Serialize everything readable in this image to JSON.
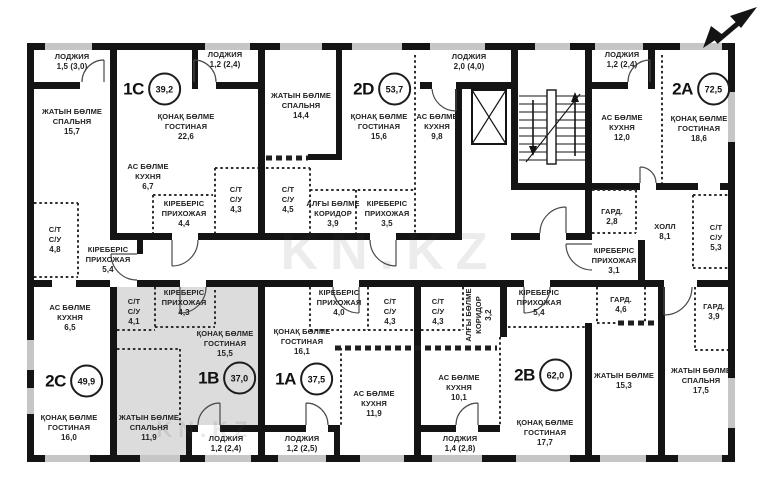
{
  "plan": {
    "watermark": "KN.KZ",
    "colors": {
      "wall": "#141414",
      "window": "#c6c6c6",
      "highlight": "#dcdcdc",
      "label": "#232323"
    }
  },
  "units": {
    "u1c": {
      "code": "1C",
      "area": "39,2"
    },
    "u2d": {
      "code": "2D",
      "area": "53,7"
    },
    "u2a": {
      "code": "2A",
      "area": "72,5"
    },
    "u2c": {
      "code": "2C",
      "area": "49,9"
    },
    "u1b": {
      "code": "1B",
      "area": "37,0"
    },
    "u1a": {
      "code": "1A",
      "area": "37,5"
    },
    "u2b": {
      "code": "2B",
      "area": "62,0"
    }
  },
  "rooms": {
    "lg2c": {
      "l1": "ЛОДЖИЯ",
      "a": "1,5 (3,0)"
    },
    "bed2c": {
      "l1": "ЖАТЫН БӨЛМЕ",
      "l2": "СПАЛЬНЯ",
      "a": "15,7"
    },
    "liv1c": {
      "l1": "ҚОНАҚ БӨЛМЕ",
      "l2": "ГОСТИНАЯ",
      "a": "22,6"
    },
    "lg1c": {
      "l1": "ЛОДЖИЯ",
      "a": "1,2 (2,4)"
    },
    "kit1c": {
      "l1": "АС БӨЛМЕ",
      "l2": "КУХНЯ",
      "a": "6,7"
    },
    "pri1c": {
      "l1": "КІРЕБЕРІС",
      "l2": "ПРИХОЖАЯ",
      "a": "4,4"
    },
    "su1c": {
      "l1": "С/Т",
      "l2": "С/У",
      "a": "4,3"
    },
    "su2c": {
      "l1": "С/Т",
      "l2": "С/У",
      "a": "4,8"
    },
    "pri2c": {
      "l1": "КІРЕБЕРІС",
      "l2": "ПРИХОЖАЯ",
      "a": "5,4"
    },
    "bed2d": {
      "l1": "ЖАТЫН БӨЛМЕ",
      "l2": "СПАЛЬНЯ",
      "a": "14,4"
    },
    "liv2d": {
      "l1": "ҚОНАҚ БӨЛМЕ",
      "l2": "ГОСТИНАЯ",
      "a": "15,6"
    },
    "kit2d": {
      "l1": "АС БӨЛМЕ",
      "l2": "КУХНЯ",
      "a": "9,8"
    },
    "lg2d": {
      "l1": "ЛОДЖИЯ",
      "a": "2,0 (4,0)"
    },
    "su2d": {
      "l1": "С/Т",
      "l2": "С/У",
      "a": "4,5"
    },
    "cor2d": {
      "l1": "АЛҒЫ БӨЛМЕ",
      "l2": "КОРИДОР",
      "a": "3,9"
    },
    "pri2d": {
      "l1": "КІРЕБЕРІС",
      "l2": "ПРИХОЖАЯ",
      "a": "3,5"
    },
    "lg2a": {
      "l1": "ЛОДЖИЯ",
      "a": "1,2 (2,4)"
    },
    "kit2a": {
      "l1": "АС БӨЛМЕ",
      "l2": "КУХНЯ",
      "a": "12,0"
    },
    "liv2a": {
      "l1": "ҚОНАҚ БӨЛМЕ",
      "l2": "ГОСТИНАЯ",
      "a": "18,6"
    },
    "gard2a_top": {
      "l1": "ГАРД.",
      "a": "2,8"
    },
    "hall2a": {
      "l1": "ХОЛЛ",
      "a": "8,1"
    },
    "su2a": {
      "l1": "С/Т",
      "l2": "С/У",
      "a": "5,3"
    },
    "pri2a": {
      "l1": "КІРЕБЕРІС",
      "l2": "ПРИХОЖАЯ",
      "a": "3,1"
    },
    "gard2a_bottom": {
      "l1": "ГАРД.",
      "a": "3,9"
    },
    "kit2c": {
      "l1": "АС БӨЛМЕ",
      "l2": "КУХНЯ",
      "a": "6,5"
    },
    "liv2c": {
      "l1": "ҚОНАҚ БӨЛМЕ",
      "l2": "ГОСТИНАЯ",
      "a": "16,0"
    },
    "su1b": {
      "l1": "С/Т",
      "l2": "С/У",
      "a": "4,1"
    },
    "pri1b": {
      "l1": "КІРЕБЕРІС",
      "l2": "ПРИХОЖАЯ",
      "a": "4,3"
    },
    "liv1b": {
      "l1": "ҚОНАҚ БӨЛМЕ",
      "l2": "ГОСТИНАЯ",
      "a": "15,5"
    },
    "bed1b": {
      "l1": "ЖАТЫН БӨЛМЕ",
      "l2": "СПАЛЬНЯ",
      "a": "11,9"
    },
    "lg1b": {
      "l1": "ЛОДЖИЯ",
      "a": "1,2 (2,4)"
    },
    "pri1a": {
      "l1": "КІРЕБЕРІС",
      "l2": "ПРИХОЖАЯ",
      "a": "4,0"
    },
    "su1a": {
      "l1": "С/Т",
      "l2": "С/У",
      "a": "4,3"
    },
    "liv1a": {
      "l1": "ҚОНАҚ БӨЛМЕ",
      "l2": "ГОСТИНАЯ",
      "a": "16,1"
    },
    "kit1a": {
      "l1": "АС БӨЛМЕ",
      "l2": "КУХНЯ",
      "a": "11,9"
    },
    "lg1a": {
      "l1": "ЛОДЖИЯ",
      "a": "1,2 (2,5)"
    },
    "su2b": {
      "l1": "С/Т",
      "l2": "С/У",
      "a": "4,3"
    },
    "cor2b": {
      "l1": "АЛҒЫ БӨЛМЕ",
      "l2": "КОРИДОР",
      "a": "3,2"
    },
    "kit2b": {
      "l1": "АС БӨЛМЕ",
      "l2": "КУХНЯ",
      "a": "10,1"
    },
    "lg2b": {
      "l1": "ЛОДЖИЯ",
      "a": "1,4 (2,8)"
    },
    "pri2b": {
      "l1": "КІРЕБЕРІС",
      "l2": "ПРИХОЖАЯ",
      "a": "5,4"
    },
    "gard2b": {
      "l1": "ГАРД.",
      "a": "4,6"
    },
    "bed2b": {
      "l1": "ЖАТЫН БӨЛМЕ",
      "l2": "СПАЛЬНЯ",
      "a": "15,3"
    },
    "liv2b": {
      "l1": "ҚОНАҚ БӨЛМЕ",
      "l2": "ГОСТИНАЯ",
      "a": "17,7"
    },
    "bed2a": {
      "l1": "ЖАТЫН БӨЛМЕ",
      "l2": "СПАЛЬНЯ",
      "a": "17,5"
    }
  }
}
